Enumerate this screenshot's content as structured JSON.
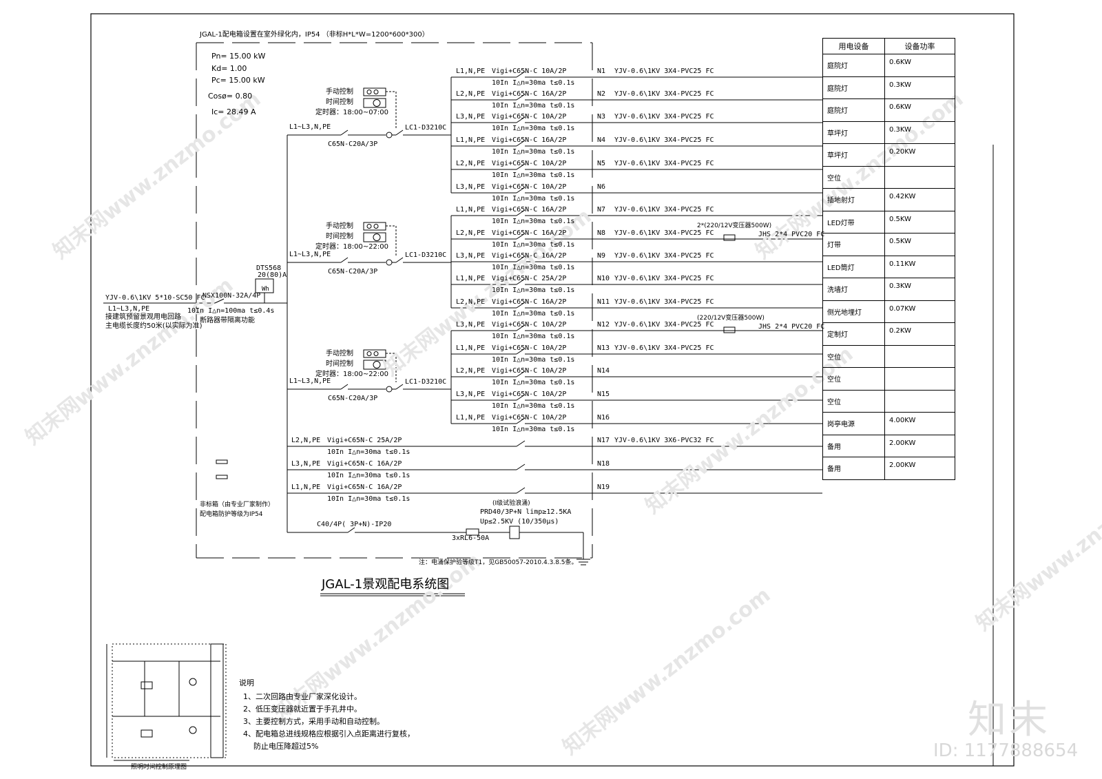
{
  "header_note": "JGAL-1配电箱设置在室外绿化内，IP54 （非标H*L*W=1200*600*300）",
  "params": {
    "pn": "Pn=  15.00 kW",
    "kd": "Kd=   1.00",
    "pc": "Pc=  15.00 kW",
    "cos": "Cosø= 0.80",
    "ic": "Ic=  28.49  A"
  },
  "incoming": {
    "cable": "YJV-0.6\\1KV 5*10-SC50 FC",
    "phase": "L1~L3,N,PE",
    "note1": "接建筑预留景观用电回路",
    "note2": "主电缆长度约50米(以实际为准)",
    "breaker": "NSX100N-32A/4P",
    "rcd": "10In I△n=100ma t≤0.4s",
    "isolation": "断路器带隔离功能",
    "meter": "DTS568",
    "meter_rating": "20(80)A",
    "meter_symbol": "Wh"
  },
  "groups": [
    {
      "manual": "手动控制",
      "timer_ctrl": "时间控制",
      "timer": "定时器：18:00~07:00",
      "phase": "L1~L3,N,PE",
      "breaker": "C65N-C20A/3P",
      "contactor": "LC1-D3210C"
    },
    {
      "manual": "手动控制",
      "timer_ctrl": "时间控制",
      "timer": "定时器：18:00~22:00",
      "phase": "L1~L3,N,PE",
      "breaker": "C65N-C20A/3P",
      "contactor": "LC1-D3210C"
    },
    {
      "manual": "手动控制",
      "timer_ctrl": "时间控制",
      "timer": "定时器：18:00~22:00",
      "phase": "L1~L3,N,PE",
      "breaker": "C65N-C20A/3P",
      "contactor": "LC1-D3210C"
    }
  ],
  "circuits": [
    {
      "phase": "L1,N,PE",
      "breaker": "Vigi+C65N-C 10A/2P",
      "rcd": "10In I△n=30ma t≤0.1s",
      "id": "N1",
      "cable": "YJV-0.6\\1KV 3X4-PVC25 FC"
    },
    {
      "phase": "L2,N,PE",
      "breaker": "Vigi+C65N-C 16A/2P",
      "rcd": "10In I△n=30ma t≤0.1s",
      "id": "N2",
      "cable": "YJV-0.6\\1KV 3X4-PVC25 FC"
    },
    {
      "phase": "L3,N,PE",
      "breaker": "Vigi+C65N-C 10A/2P",
      "rcd": "10In I△n=30ma t≤0.1s",
      "id": "N3",
      "cable": "YJV-0.6\\1KV 3X4-PVC25 FC"
    },
    {
      "phase": "L1,N,PE",
      "breaker": "Vigi+C65N-C 16A/2P",
      "rcd": "10In I△n=30ma t≤0.1s",
      "id": "N4",
      "cable": "YJV-0.6\\1KV 3X4-PVC25 FC"
    },
    {
      "phase": "L2,N,PE",
      "breaker": "Vigi+C65N-C 10A/2P",
      "rcd": "10In I△n=30ma t≤0.1s",
      "id": "N5",
      "cable": "YJV-0.6\\1KV 3X4-PVC25 FC"
    },
    {
      "phase": "L3,N,PE",
      "breaker": "Vigi+C65N-C 10A/2P",
      "rcd": "10In I△n=30ma t≤0.1s",
      "id": "N6",
      "cable": ""
    },
    {
      "phase": "L1,N,PE",
      "breaker": "Vigi+C65N-C 16A/2P",
      "rcd": "10In I△n=30ma t≤0.1s",
      "id": "N7",
      "cable": "YJV-0.6\\1KV 3X4-PVC25 FC"
    },
    {
      "phase": "L2,N,PE",
      "breaker": "Vigi+C65N-C 16A/2P",
      "rcd": "10In I△n=30ma t≤0.1s",
      "id": "N8",
      "cable": "YJV-0.6\\1KV 3X4-PVC25 FC"
    },
    {
      "phase": "L3,N,PE",
      "breaker": "Vigi+C65N-C 16A/2P",
      "rcd": "10In I△n=30ma t≤0.1s",
      "id": "N9",
      "cable": "YJV-0.6\\1KV 3X4-PVC25 FC"
    },
    {
      "phase": "L1,N,PE",
      "breaker": "Vigi+C65N-C 25A/2P",
      "rcd": "10In I△n=30ma t≤0.1s",
      "id": "N10",
      "cable": "YJV-0.6\\1KV 3X4-PVC25 FC"
    },
    {
      "phase": "L2,N,PE",
      "breaker": "Vigi+C65N-C 16A/2P",
      "rcd": "10In I△n=30ma t≤0.1s",
      "id": "N11",
      "cable": "YJV-0.6\\1KV 3X4-PVC25 FC"
    },
    {
      "phase": "L3,N,PE",
      "breaker": "Vigi+C65N-C 10A/2P",
      "rcd": "10In I△n=30ma t≤0.1s",
      "id": "N12",
      "cable": "YJV-0.6\\1KV 3X4-PVC25 FC"
    },
    {
      "phase": "L1,N,PE",
      "breaker": "Vigi+C65N-C 10A/2P",
      "rcd": "10In I△n=30ma t≤0.1s",
      "id": "N13",
      "cable": "YJV-0.6\\1KV 3X4-PVC25 FC"
    },
    {
      "phase": "L2,N,PE",
      "breaker": "Vigi+C65N-C 10A/2P",
      "rcd": "10In I△n=30ma t≤0.1s",
      "id": "N14",
      "cable": ""
    },
    {
      "phase": "L3,N,PE",
      "breaker": "Vigi+C65N-C 10A/2P",
      "rcd": "10In I△n=30ma t≤0.1s",
      "id": "N15",
      "cable": ""
    },
    {
      "phase": "L1,N,PE",
      "breaker": "Vigi+C65N-C 10A/2P",
      "rcd": "10In I△n=30ma t≤0.1s",
      "id": "N16",
      "cable": ""
    },
    {
      "phase": "L2,N,PE",
      "breaker": "Vigi+C65N-C 25A/2P",
      "rcd": "10In I△n=30ma t≤0.1s",
      "id": "N17",
      "cable": "YJV-0.6\\1KV 3X6-PVC32 FC"
    },
    {
      "phase": "L3,N,PE",
      "breaker": "Vigi+C65N-C 16A/2P",
      "rcd": "10In I△n=30ma t≤0.1s",
      "id": "N18",
      "cable": ""
    },
    {
      "phase": "L1,N,PE",
      "breaker": "Vigi+C65N-C 16A/2P",
      "rcd": "10In I△n=30ma t≤0.1s",
      "id": "N19",
      "cable": ""
    }
  ],
  "transformers": [
    {
      "label": "2*(220/12V变压器500W)",
      "cable": "JHS 2*4 PVC20 FC"
    },
    {
      "label": "(220/12V变压器500W)",
      "cable": "JHS 2*4 PVC20 FC"
    }
  ],
  "spd": {
    "breaker": "C40/4P( 3P+N)-IP20",
    "class": "(I级试验浪涌)",
    "model": "PRD40/3P+N limp≥12.5KA",
    "up": "Up≤2.5KV (10/350μs)",
    "fuse": "3xRL6-50A"
  },
  "box_note1": "非标箱（由专业厂家制作）",
  "box_note2": "配电箱防护等级为IP54",
  "surge_note": "注：电涌保护验等级T1，见GB50057-2010.4.3.8.5条。",
  "diagram_title": "JGAL-1景观配电系统图",
  "table": {
    "headers": [
      "用电设备",
      "设备功率"
    ],
    "rows": [
      [
        "庭院灯",
        "0.6KW"
      ],
      [
        "庭院灯",
        "0.3KW"
      ],
      [
        "庭院灯",
        "0.6KW"
      ],
      [
        "草坪灯",
        "0.3KW"
      ],
      [
        "草坪灯",
        "0.20KW"
      ],
      [
        "空位",
        ""
      ],
      [
        "插地射灯",
        "0.42KW"
      ],
      [
        "LED灯带",
        "0.5KW"
      ],
      [
        "灯带",
        "0.5KW"
      ],
      [
        "LED筒灯",
        "0.11KW"
      ],
      [
        "洗墙灯",
        "0.3KW"
      ],
      [
        "侧光地埋灯",
        "0.07KW"
      ],
      [
        "定制灯",
        "0.2KW"
      ],
      [
        "空位",
        ""
      ],
      [
        "空位",
        ""
      ],
      [
        "空位",
        ""
      ],
      [
        "岗亭电源",
        "4.00KW"
      ],
      [
        "备用",
        "2.00KW"
      ],
      [
        "备用",
        "2.00KW"
      ]
    ]
  },
  "notes": {
    "title": "说明",
    "items": [
      "1、二次回路由专业厂家深化设计。",
      "2、低压变压器就近置于手孔井中。",
      "3、主要控制方式，采用手动和自动控制。",
      "4、配电箱总进线规格应根据引入点距离进行复核，",
      "防止电压降超过5%"
    ]
  },
  "control_caption": "照明时间控制原理图",
  "watermark": "知末网www.znzmo.com",
  "logo": "知末",
  "id_text": "ID: 1177888654"
}
